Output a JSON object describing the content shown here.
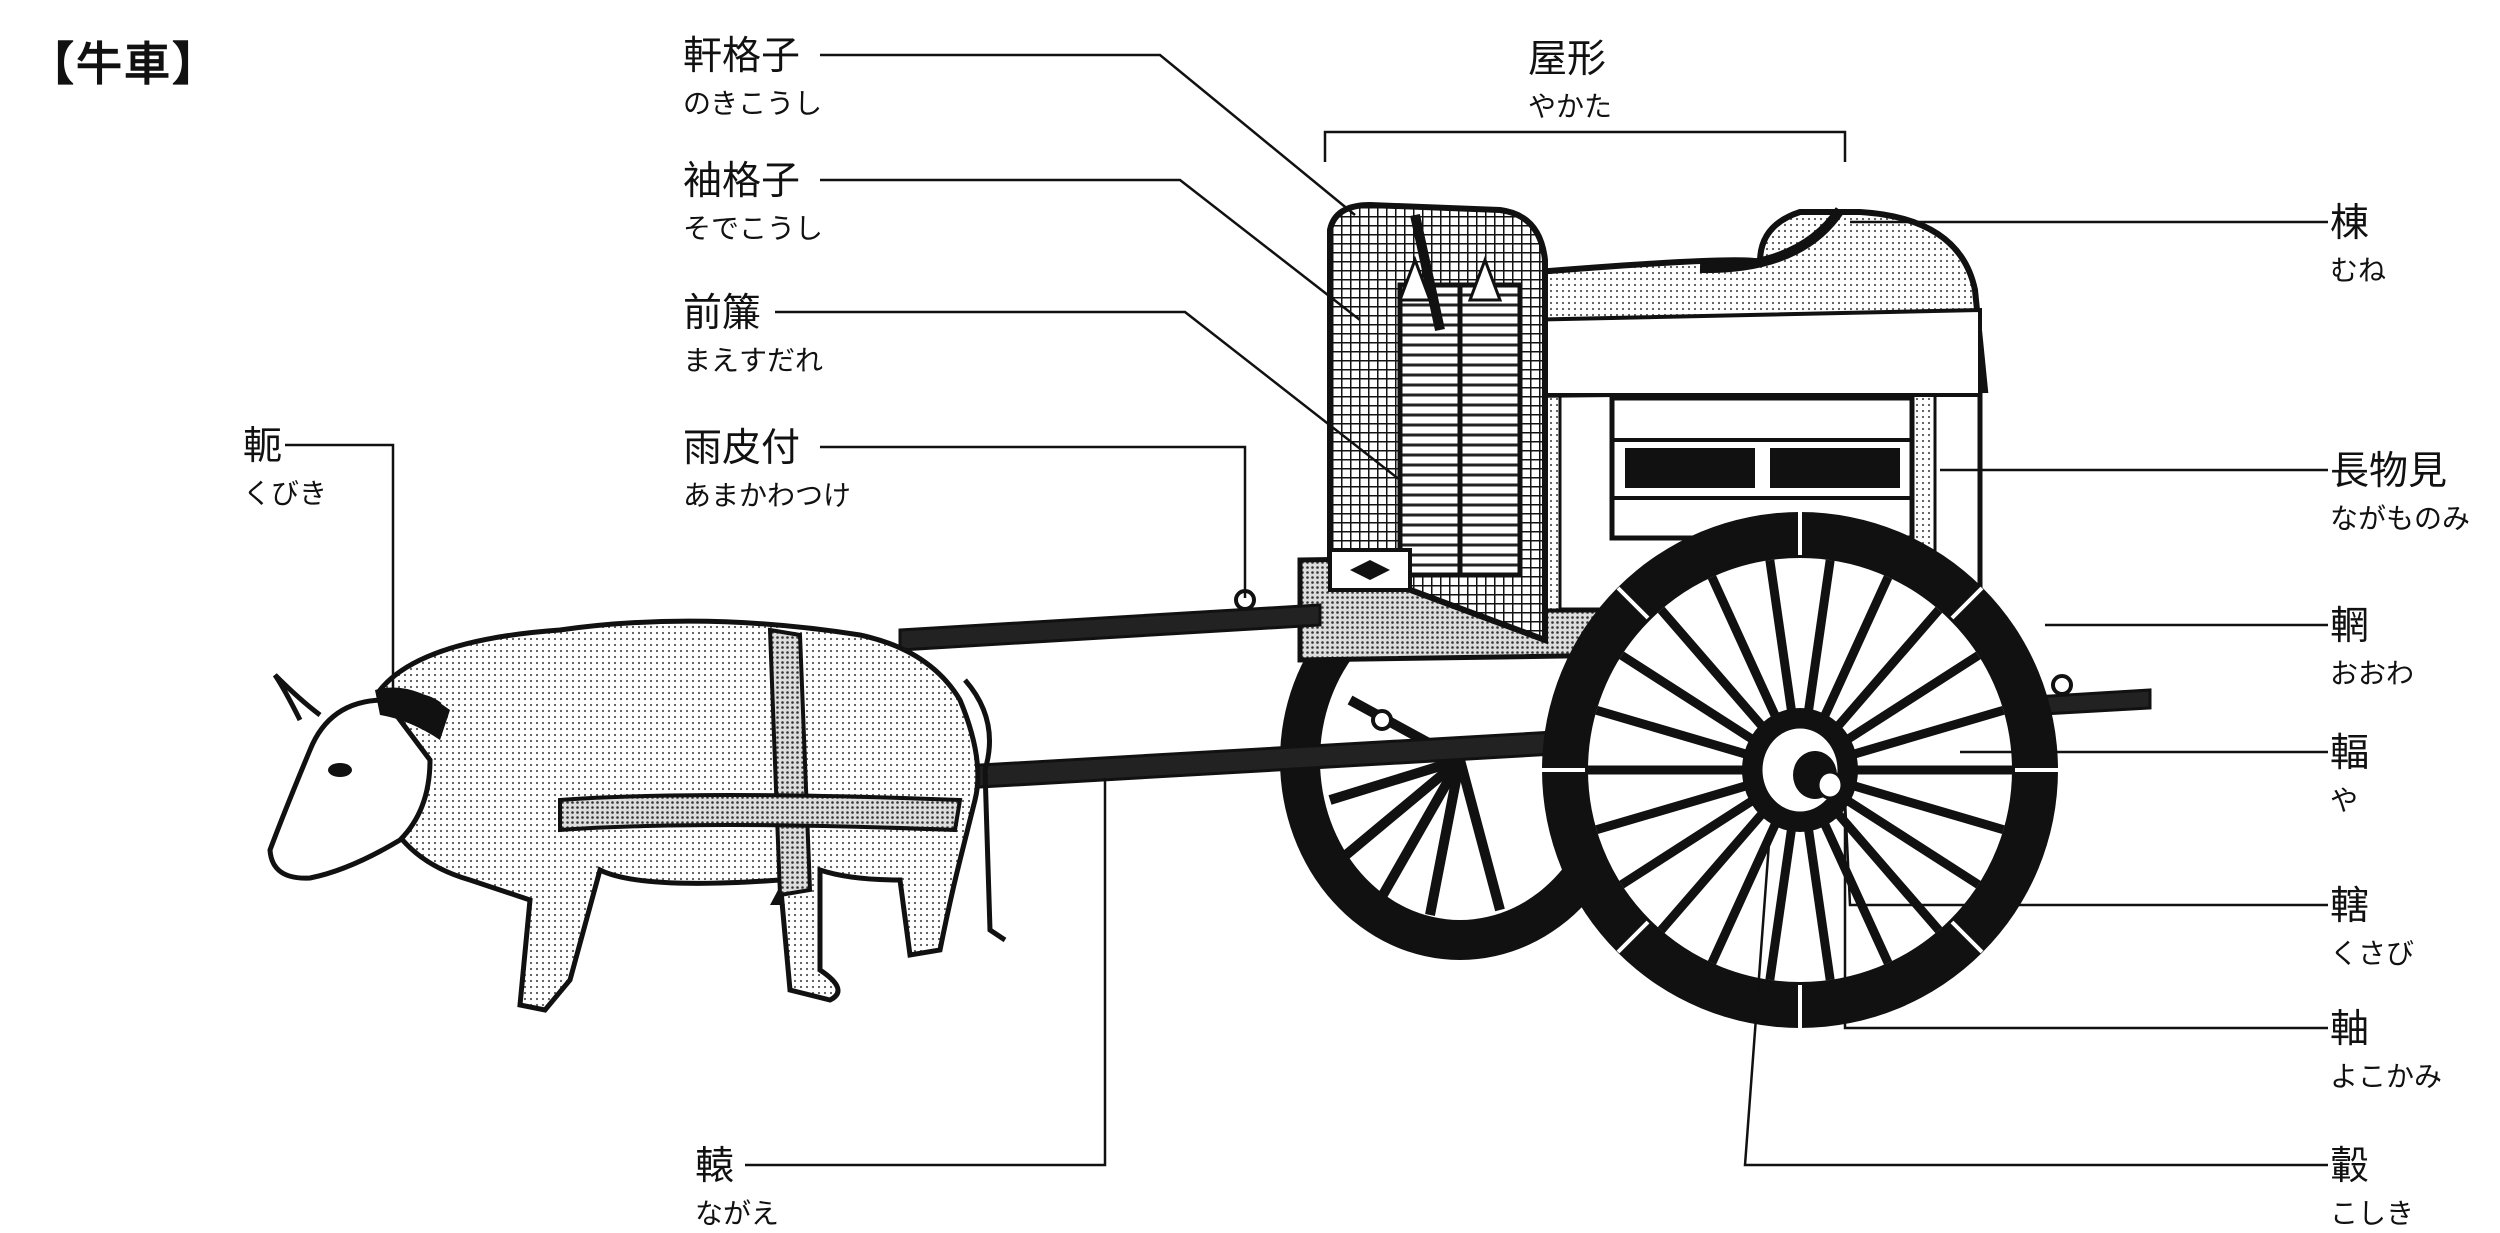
{
  "title": "【牛車】",
  "labels": [
    {
      "id": "nokikoushi",
      "main": "軒格子",
      "kana": "のきこうし"
    },
    {
      "id": "sodekoushi",
      "main": "袖格子",
      "kana": "そでこうし"
    },
    {
      "id": "maesudare",
      "main": "前簾",
      "kana": "まえすだれ"
    },
    {
      "id": "amakawatsuke",
      "main": "雨皮付",
      "kana": "あまかわつけ"
    },
    {
      "id": "kubiki",
      "main": "軛",
      "kana": "くびき"
    },
    {
      "id": "yakata",
      "main": "屋形",
      "kana": "やかた"
    },
    {
      "id": "mune",
      "main": "棟",
      "kana": "むね"
    },
    {
      "id": "nagamonomi",
      "main": "長物見",
      "kana": "ながものみ"
    },
    {
      "id": "oowa",
      "main": "輞",
      "kana": "おおわ"
    },
    {
      "id": "ya",
      "main": "輻",
      "kana": "や"
    },
    {
      "id": "kusabi",
      "main": "轄",
      "kana": "くさび"
    },
    {
      "id": "yokokami",
      "main": "軸",
      "kana": "よこかみ"
    },
    {
      "id": "koshiki",
      "main": "轂",
      "kana": "こしき"
    },
    {
      "id": "nagae",
      "main": "轅",
      "kana": "ながえ"
    }
  ]
}
